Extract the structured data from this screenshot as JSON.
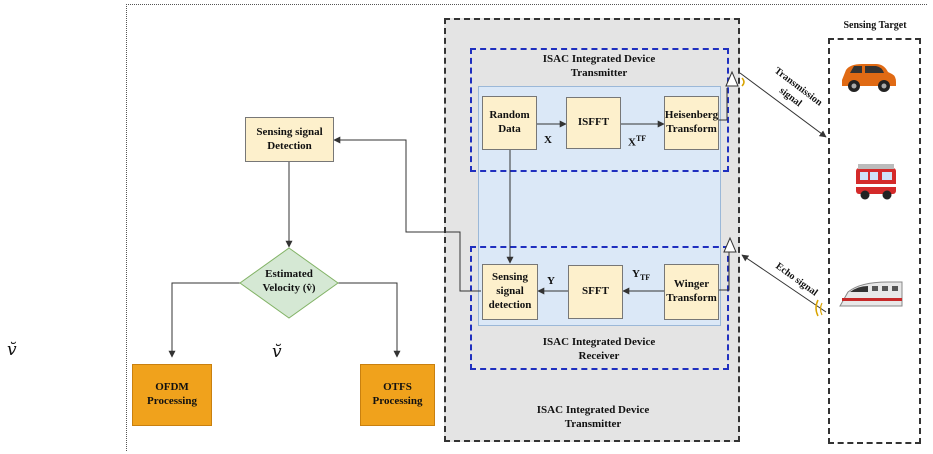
{
  "blocks": {
    "sensing_detection": "Sensing signal Detection",
    "estimated_velocity": "Estimated Velocity (v̂)",
    "ofdm": "OFDM Processing",
    "otfs": "OTFS Processing",
    "random_data": "Random Data",
    "isfft": "ISFFT",
    "heisenberg": "Heisenberg Transform",
    "sensing_detection_rx": "Sensing signal detection",
    "sfft": "SFFT",
    "winger": "Winger Transform"
  },
  "labels": {
    "tx_inner_title": "ISAC Integrated Device Transmitter",
    "rx_inner_title": "ISAC Integrated Device Receiver",
    "outer_title": "ISAC Integrated Device Transmitter",
    "sensing_target": "Sensing Target",
    "transmission_signal": "Transmission signal",
    "echo_signal": "Echo signal",
    "x": "X",
    "xtf_base": "X",
    "xtf_sup": "TF",
    "y": "Y",
    "ytf_base": "Y",
    "ytf_sub": "TF",
    "stray_v1": "v̆",
    "stray_v2": "v̆"
  },
  "colors": {
    "cream_box": "#fdf0cc",
    "orange_box": "#f0a21c",
    "diamond": "#d5e8d4",
    "inner_panel": "#dbe8f7",
    "outer_panel": "#e4e4e4",
    "dashed_blue": "#1f2fbf"
  },
  "icons": [
    "car-icon",
    "fire-truck-icon",
    "train-icon",
    "antenna-icon"
  ]
}
